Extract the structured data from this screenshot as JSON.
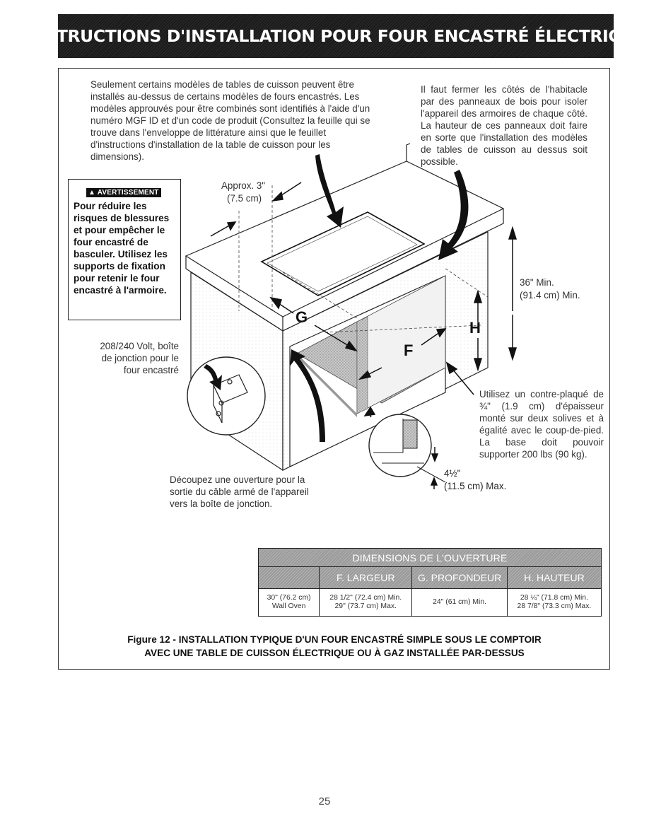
{
  "header": {
    "title": "INSTRUCTIONS D'INSTALLATION POUR FOUR ENCASTRÉ ÉLECTRIQUE"
  },
  "intro": {
    "left_text": "Seulement certains modèles de tables de cuisson peuvent être installés au-dessus de certains modèles de fours encastrés. Les modèles approuvés pour être combinés sont identifiés à l'aide d'un numéro MGF ID et d'un code de produit (Consultez la feuille qui se trouve dans l'enveloppe de littérature ainsi que le feuillet d'instructions d'installation de la table de cuisson pour les dimensions).",
    "right_text": "Il faut fermer les côtés de l'habitacle par des panneaux de bois pour isoler l'appareil des armoires de chaque côté. La hauteur de ces panneaux doit faire en sorte que l'installation des modèles de tables de cuisson au dessus soit possible."
  },
  "warning": {
    "label": "AVERTISSEMENT",
    "text": "Pour réduire les risques de blessures et pour empêcher le four encastré de basculer. Utilisez les supports de fixation pour retenir le four encastré à l'armoire."
  },
  "diagram": {
    "approx_label_1": "Approx. 3\"",
    "approx_label_2": "(7.5 cm)",
    "height_label_1": "36\" Min.",
    "height_label_2": "(91.4 cm) Min.",
    "letter_g": "G",
    "letter_f": "F",
    "letter_h": "H",
    "junction_label": "208/240 Volt, boîte de jonction pour le four encastré",
    "plywood_label": "Utilisez un contre-plaqué de ¾\" (1.9 cm) d'épaisseur monté sur deux solives et à égalité avec le coup-de-pied. La base doit pouvoir supporter 200 lbs (90 kg).",
    "max_label_1": "4½\"",
    "max_label_2": "(11.5 cm) Max.",
    "cutout_label": "Découpez une ouverture pour la sortie du câble armé de l'appareil vers la boîte de jonction."
  },
  "table": {
    "title": "DIMENSIONS DE L'OUVERTURE",
    "headers": [
      "",
      "F. LARGEUR",
      "G. PROFONDEUR",
      "H. HAUTEUR"
    ],
    "row": {
      "model_1": "30\" (76.2 cm)",
      "model_2": "Wall Oven",
      "width_1": "28 1/2\" (72.4 cm) Min.",
      "width_2": "29\" (73.7 cm) Max.",
      "depth": "24\" (61 cm) Min.",
      "height_1": "28 ¼\" (71.8 cm) Min.",
      "height_2": "28 7/8\" (73.3 cm) Max."
    }
  },
  "caption": {
    "line_1": "Figure 12 - INSTALLATION TYPIQUE D'UN FOUR ENCASTRÉ SIMPLE SOUS LE COMPTOIR",
    "line_2": "AVEC UNE TABLE DE CUISSON ÉLECTRIQUE OU À GAZ INSTALLÉE PAR-DESSUS"
  },
  "page_number": "25"
}
